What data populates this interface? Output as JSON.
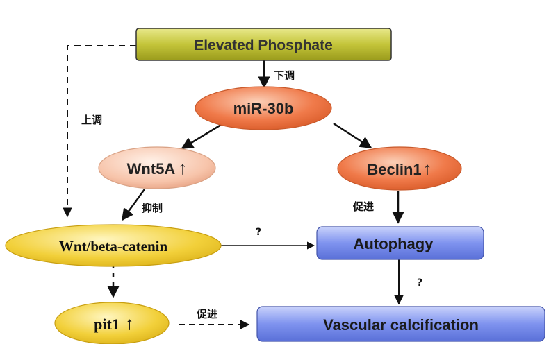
{
  "nodes": {
    "phosphate": "Elevated Phosphate",
    "mir30b": "miR-30b",
    "wnt5a": "Wnt5A",
    "beclin1": "Beclin1",
    "wnt_beta": "Wnt/beta-catenin",
    "autophagy": "Autophagy",
    "pit1": "pit1",
    "vascular": "Vascular calcification"
  },
  "up_arrow_glyph": "↑",
  "edge_labels": {
    "downregulate": "下调",
    "upregulate": "上调",
    "inhibit": "抑制",
    "promote_beclin": "促进",
    "promote_pit1": "促进",
    "unknown_wnt_autophagy": "?",
    "unknown_autophagy_vascular": "?"
  },
  "colors": {
    "phosphate_fill": "#b7b92c",
    "mir30b_fill": "#f07a4a",
    "wnt5a_fill": "#f7c4aa",
    "beclin1_fill": "#f07a4a",
    "wnt_beta_fill": "#f2d03a",
    "autophagy_fill": "#6f86ec",
    "pit1_fill": "#f2d03a",
    "vascular_fill": "#6f86ec",
    "stroke": "#222222"
  }
}
